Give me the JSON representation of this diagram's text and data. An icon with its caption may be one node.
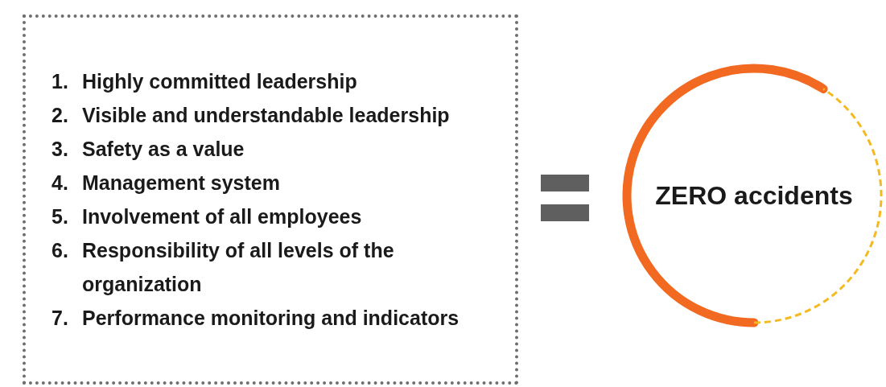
{
  "diagram": {
    "nodes": [
      {
        "text": [
          "1. Highly committed leadership",
          "2. Visible and understandable leadership",
          "3. Safety as a value",
          "4. Management system",
          "5. Involvement of all employees",
          "6. Responsibility of all levels of the organization",
          "7. Performance monitoring and indicators"
        ]
      },
      {
        "text": [
          "ZERO accidents"
        ]
      }
    ]
  }
}
